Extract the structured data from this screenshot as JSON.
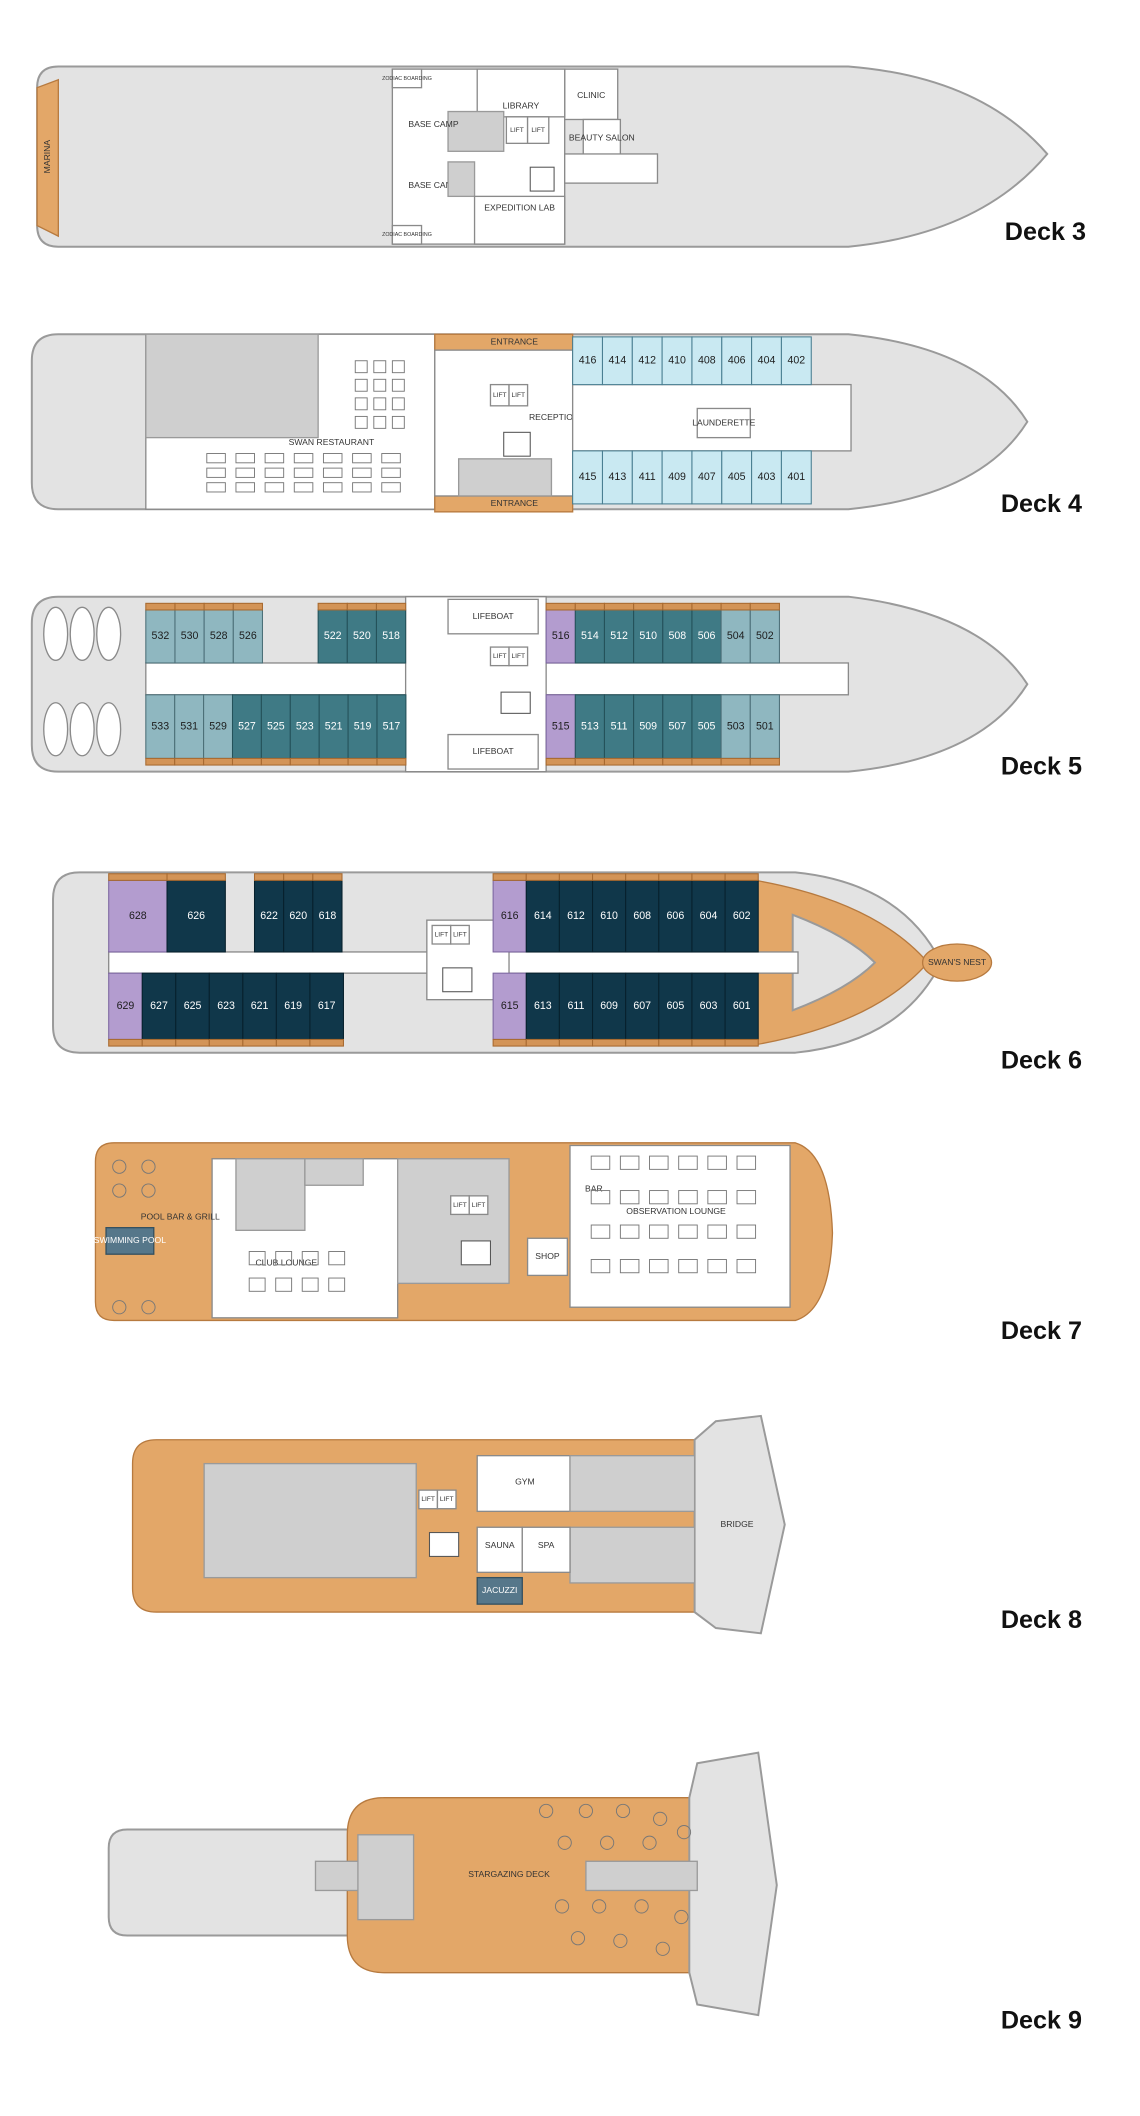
{
  "decks": {
    "deck3": {
      "title": "Deck 3",
      "labels": {
        "marina": "MARINA",
        "zodiac_top": "ZODIAC BOARDING",
        "zodiac_bottom": "ZODIAC BOARDING",
        "library": "LIBRARY",
        "clinic": "CLINIC",
        "base_camp_top": "BASE CAMP",
        "base_camp_bottom": "BASE CAMP",
        "lift1": "LIFT",
        "lift2": "LIFT",
        "beauty_salon": "BEAUTY SALON",
        "expedition_lab": "EXPEDITION LAB"
      }
    },
    "deck4": {
      "title": "Deck 4",
      "labels": {
        "entrance_top": "ENTRANCE",
        "entrance_bottom": "ENTRANCE",
        "swan_restaurant": "SWAN RESTAURANT",
        "reception": "RECEPTION",
        "launderette": "LAUNDERETTE",
        "lift1": "LIFT",
        "lift2": "LIFT"
      },
      "cabins_top": [
        "416",
        "414",
        "412",
        "410",
        "408",
        "406",
        "404",
        "402"
      ],
      "cabins_bottom": [
        "415",
        "413",
        "411",
        "409",
        "407",
        "405",
        "403",
        "401"
      ]
    },
    "deck5": {
      "title": "Deck 5",
      "labels": {
        "lifeboat_top": "LIFEBOAT",
        "lifeboat_bottom": "LIFEBOAT",
        "lift1": "LIFT",
        "lift2": "LIFT"
      },
      "cabins_top_aft": [
        "532",
        "530",
        "528",
        "526"
      ],
      "cabins_top_mid": [
        "522",
        "520",
        "518"
      ],
      "cabins_top_fwd": [
        "516",
        "514",
        "512",
        "510",
        "508",
        "506",
        "504",
        "502"
      ],
      "cabins_bottom_aft": [
        "533",
        "531",
        "529",
        "527",
        "525",
        "523",
        "521",
        "519",
        "517"
      ],
      "cabins_bottom_fwd": [
        "515",
        "513",
        "511",
        "509",
        "507",
        "505",
        "503",
        "501"
      ]
    },
    "deck6": {
      "title": "Deck 6",
      "labels": {
        "swans_nest": "SWAN'S NEST",
        "lift1": "LIFT",
        "lift2": "LIFT"
      },
      "cabins_top_aft": [
        "628",
        "626"
      ],
      "cabins_top_mid": [
        "622",
        "620",
        "618"
      ],
      "cabins_top_fwd": [
        "616",
        "614",
        "612",
        "610",
        "608",
        "606",
        "604",
        "602"
      ],
      "cabins_bottom_aft": [
        "629",
        "627",
        "625",
        "623",
        "621",
        "619",
        "617"
      ],
      "cabins_bottom_fwd": [
        "615",
        "613",
        "611",
        "609",
        "607",
        "605",
        "603",
        "601"
      ]
    },
    "deck7": {
      "title": "Deck 7",
      "labels": {
        "pool_bar": "POOL BAR & GRILL",
        "swimming_pool": "SWIMMING POOL",
        "club_lounge": "CLUB LOUNGE",
        "bar": "BAR",
        "observation_lounge": "OBSERVATION LOUNGE",
        "shop": "SHOP",
        "lift1": "LIFT",
        "lift2": "LIFT"
      }
    },
    "deck8": {
      "title": "Deck 8",
      "labels": {
        "gym": "GYM",
        "sauna": "SAUNA",
        "spa": "SPA",
        "jacuzzi": "JACUZZI",
        "bridge": "BRIDGE",
        "lift1": "LIFT",
        "lift2": "LIFT"
      }
    },
    "deck9": {
      "title": "Deck 9",
      "labels": {
        "stargazing_deck": "STARGAZING DECK"
      }
    }
  },
  "colors": {
    "hull": "#e3e3e3",
    "deck_wood": "#e3a768",
    "cabin_deck4": "#c9e9f2",
    "cabin_teal_light": "#8fb7c0",
    "cabin_teal_dark": "#3f7a85",
    "cabin_navy": "#10374a",
    "suite_lavender": "#b39ccf",
    "pool": "#56778a"
  }
}
